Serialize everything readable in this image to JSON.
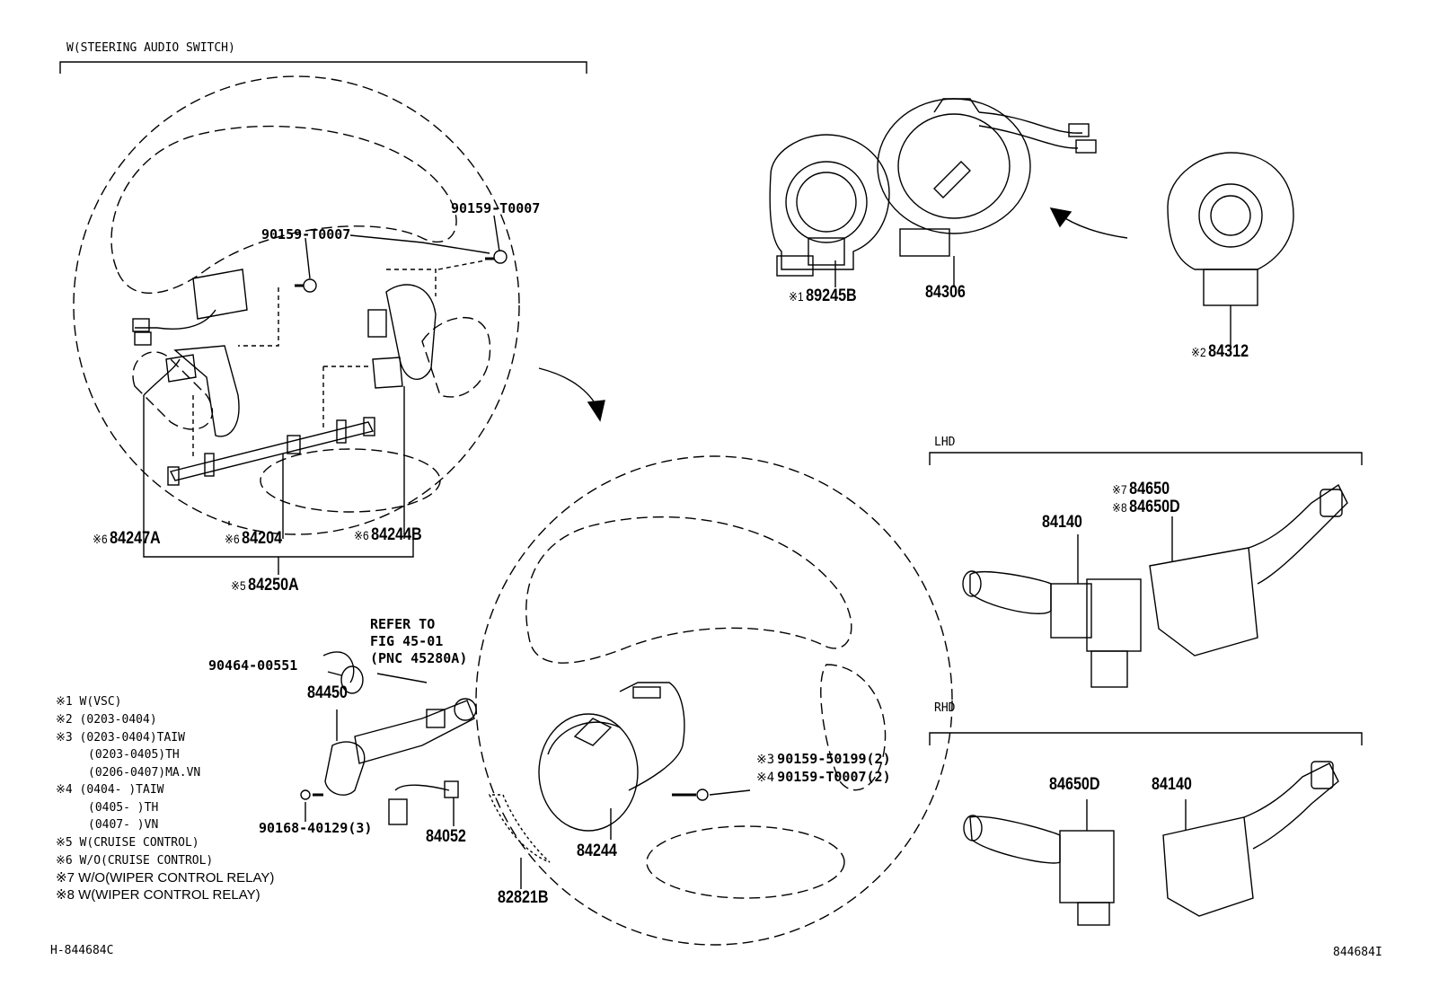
{
  "header": {
    "title": "W(STEERING AUDIO SWITCH)",
    "lhd": "LHD",
    "rhd": "RHD"
  },
  "parts": {
    "p90159_T0007_a": "90159-T0007",
    "p90159_T0007_b": "90159-T0007",
    "p89245B": "89245B",
    "p84306": "84306",
    "p84312": "84312",
    "p84247A": "84247A",
    "p84204": "84204",
    "p84244B": "84244B",
    "p84250A": "84250A",
    "p84650": "84650",
    "p84650D_lhd": "84650D",
    "p84140_lhd": "84140",
    "p90464_00551": "90464-00551",
    "p84450": "84450",
    "p90159_50199": "90159-50199(2)",
    "p90159_T0007_2": "90159-T0007(2)",
    "p90168_40129": "90168-40129(3)",
    "p84052": "84052",
    "p84244": "84244",
    "p82821B": "82821B",
    "p84650D_rhd": "84650D",
    "p84140_rhd": "84140"
  },
  "marks": {
    "m1": "※1",
    "m2": "※2",
    "m3": "※3",
    "m4": "※4",
    "m5": "※5",
    "m6": "※6",
    "m7": "※7",
    "m8": "※8"
  },
  "refer": {
    "line1": "REFER TO",
    "line2": "FIG 45-01",
    "line3": "(PNC 45280A)"
  },
  "notes": {
    "n1": "※1 W(VSC)",
    "n2": "※2  (0203-0404)",
    "n3": "※3  (0203-0404)TAIW",
    "n3b": "(0203-0405)TH",
    "n3c": "(0206-0407)MA.VN",
    "n4": "※4  (0404-     )TAIW",
    "n4b": "(0405-     )TH",
    "n4c": "(0407-     )VN",
    "n5": "※5 W(CRUISE CONTROL)",
    "n6": "※6 W/O(CRUISE CONTROL)",
    "n7": "※7 W/O(WIPER CONTROL RELAY)",
    "n8": "※8 W(WIPER CONTROL RELAY)"
  },
  "footer": {
    "left_code": "H-844684C",
    "right_code": "844684I"
  }
}
